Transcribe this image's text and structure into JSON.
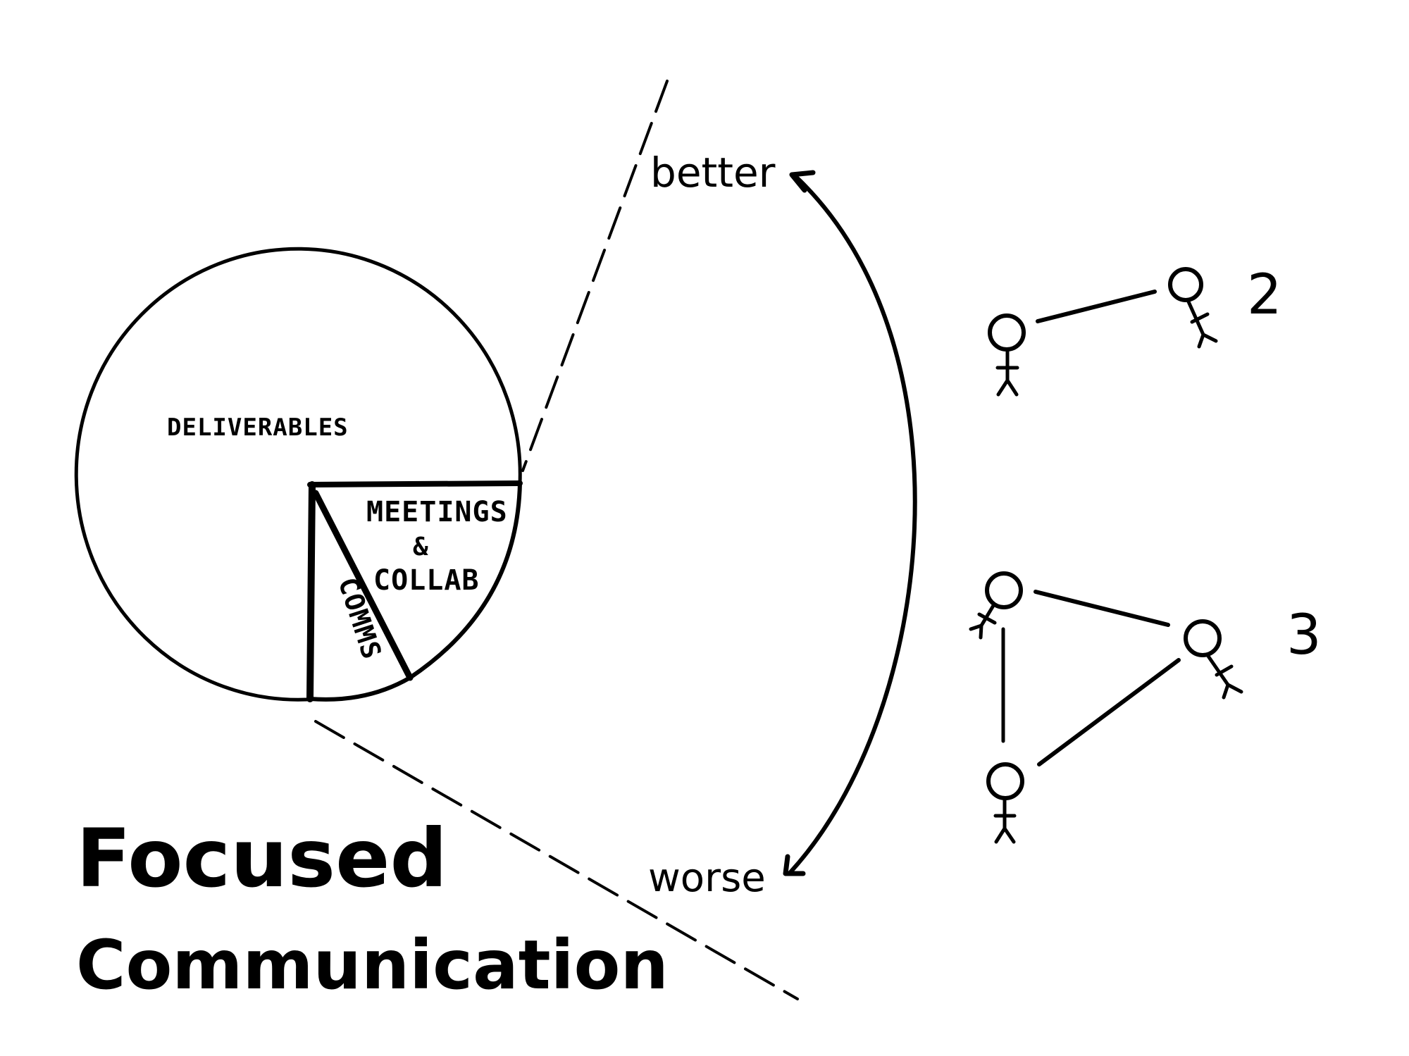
{
  "title": {
    "line1": "Focused",
    "line2": "Communication"
  },
  "pie": {
    "slices": [
      {
        "label": "DELIVERABLES"
      },
      {
        "label": "MEETINGS & COLLAB",
        "lines": [
          "MEETINGS",
          "&",
          "COLLAB"
        ]
      },
      {
        "label": "COMMS"
      }
    ]
  },
  "scale": {
    "top_label": "better",
    "bottom_label": "worse"
  },
  "groups": [
    {
      "count_label": "2"
    },
    {
      "count_label": "3"
    }
  ]
}
